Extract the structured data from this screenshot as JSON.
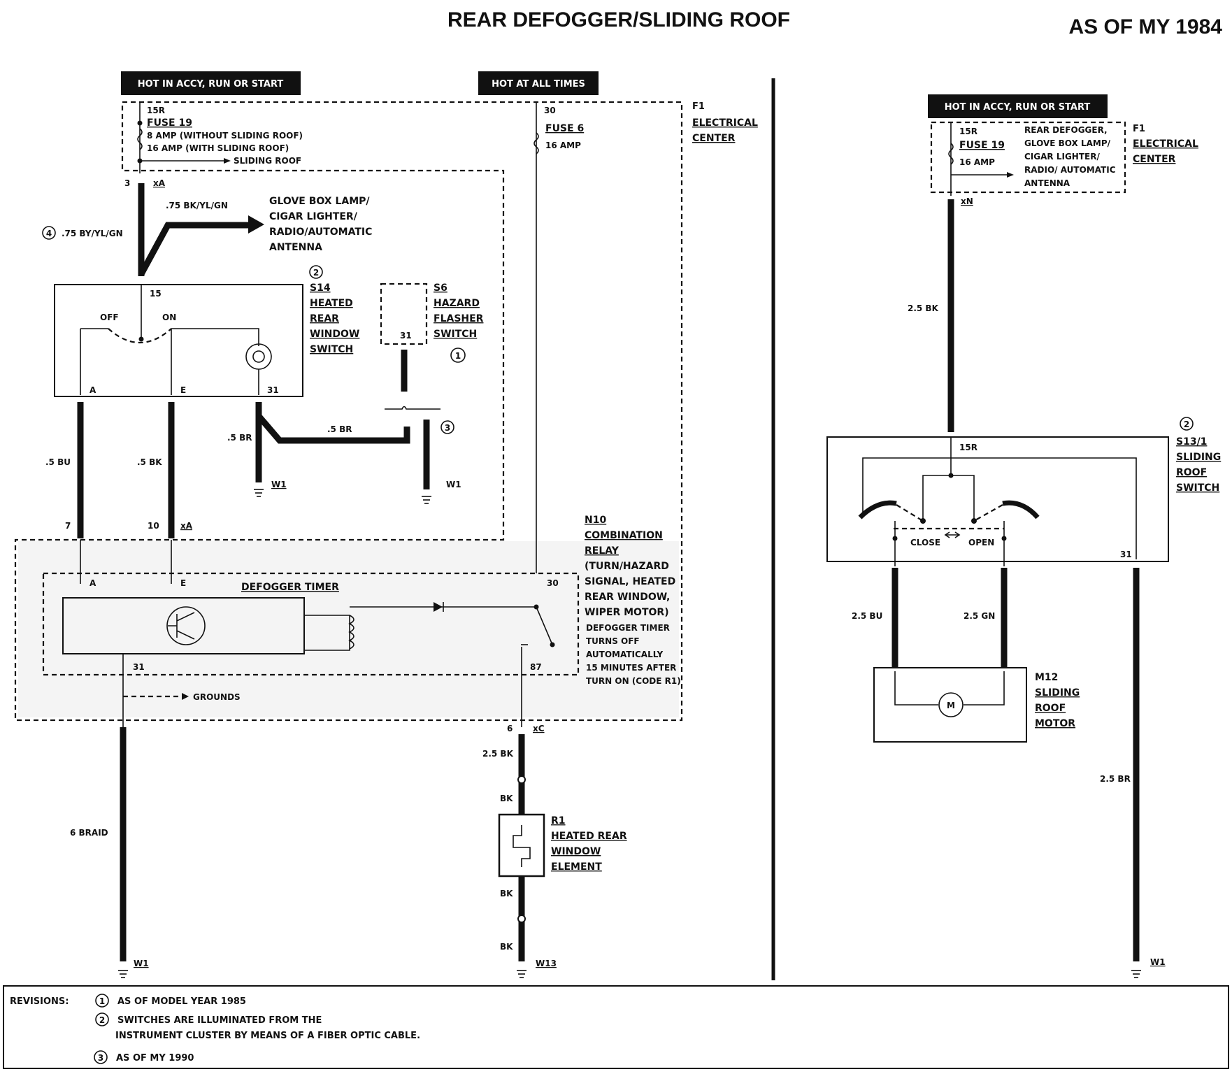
{
  "header": {
    "title": "REAR DEFOGGER/SLIDING ROOF",
    "model_year": "AS OF MY 1984"
  },
  "left": {
    "tag_accy": "HOT IN ACCY, RUN OR START",
    "tag_always": "HOT AT ALL TIMES",
    "fuse19": {
      "terminal": "15R",
      "name": "FUSE 19",
      "rating1": "8 AMP (WITHOUT SLIDING ROOF)",
      "rating2": "16 AMP (WITH SLIDING ROOF)",
      "to": "SLIDING ROOF"
    },
    "fuse6": {
      "terminal": "30",
      "name": "FUSE 6",
      "rating": "16 AMP"
    },
    "f1": {
      "id": "F1",
      "line1": "ELECTRICAL",
      "line2": "CENTER"
    },
    "conn_3": "3",
    "conn_xa": "xA",
    "wire_75_top": ".75 BK/YL/GN",
    "wire_75_left": ".75 BY/YL/GN",
    "note4": "4",
    "glove": [
      "GLOVE BOX LAMP/",
      "CIGAR LIGHTER/",
      "RADIO/AUTOMATIC",
      "ANTENNA"
    ],
    "s14": {
      "id": "S14",
      "l1": "HEATED",
      "l2": "REAR",
      "l3": "WINDOW",
      "l4": "SWITCH",
      "note": "2",
      "t15": "15",
      "off": "OFF",
      "on": "ON",
      "ta": "A",
      "te": "E",
      "t31": "31"
    },
    "s6": {
      "id": "S6",
      "l1": "HAZARD",
      "l2": "FLASHER",
      "l3": "SWITCH",
      "t31": "31",
      "note": "1"
    },
    "wire_5bu": ".5 BU",
    "wire_5bk": ".5 BK",
    "wire_5br_a": ".5 BR",
    "wire_5br_b": ".5 BR",
    "note3": "3",
    "w1_a": "W1",
    "w1_b": "W1",
    "pin7": "7",
    "pin10": "10",
    "pin_xa2": "xA",
    "timer": {
      "title": "DEFOGGER TIMER",
      "ta": "A",
      "te": "E",
      "t30": "30",
      "t31": "31",
      "t87": "87"
    },
    "grounds": "GROUNDS",
    "n10": [
      "N10",
      "COMBINATION",
      "RELAY",
      "(TURN/HAZARD",
      "SIGNAL, HEATED",
      "REAR WINDOW,",
      "WIPER MOTOR)"
    ],
    "n10_note": [
      "DEFOGGER TIMER",
      "TURNS OFF",
      "AUTOMATICALLY",
      "15 MINUTES AFTER",
      "TURN ON (CODE R1)"
    ],
    "pin6": "6",
    "pin_xc": "xC",
    "wire_25bk": "2.5 BK",
    "bk1": "BK",
    "bk2": "BK",
    "bk3": "BK",
    "r1": [
      "R1",
      "HEATED REAR",
      "WINDOW",
      "ELEMENT"
    ],
    "braid": "6 BRAID",
    "w1_c": "W1",
    "w13": "W13"
  },
  "right": {
    "tag_accy": "HOT IN ACCY, RUN OR START",
    "fuse19": {
      "terminal": "15R",
      "name": "FUSE 19",
      "rating": "16 AMP"
    },
    "feeds": [
      "REAR DEFOGGER,",
      "GLOVE BOX LAMP/",
      "CIGAR LIGHTER/",
      "RADIO/ AUTOMATIC",
      "ANTENNA"
    ],
    "f1": {
      "id": "F1",
      "line1": "ELECTRICAL",
      "line2": "CENTER"
    },
    "xn": "xN",
    "wire_25bk": "2.5 BK",
    "s131": {
      "id": "S13/1",
      "l1": "SLIDING",
      "l2": "ROOF",
      "l3": "SWITCH",
      "note": "2",
      "t15r": "15R",
      "close": "CLOSE",
      "open": "OPEN",
      "t31": "31"
    },
    "wire_25bu": "2.5 BU",
    "wire_25gn": "2.5 GN",
    "m12": [
      "M12",
      "SLIDING",
      "ROOF",
      "MOTOR"
    ],
    "motor_symbol": "M",
    "wire_25br": "2.5 BR",
    "w1": "W1"
  },
  "revisions": {
    "label": "REVISIONS:",
    "items": [
      {
        "num": "1",
        "text": "AS OF MODEL YEAR 1985",
        "text2": ""
      },
      {
        "num": "2",
        "text": "SWITCHES ARE ILLUMINATED FROM THE",
        "text2": "INSTRUMENT CLUSTER BY MEANS OF A FIBER OPTIC CABLE."
      },
      {
        "num": "3",
        "text": "AS OF MY 1990",
        "text2": ""
      }
    ]
  }
}
